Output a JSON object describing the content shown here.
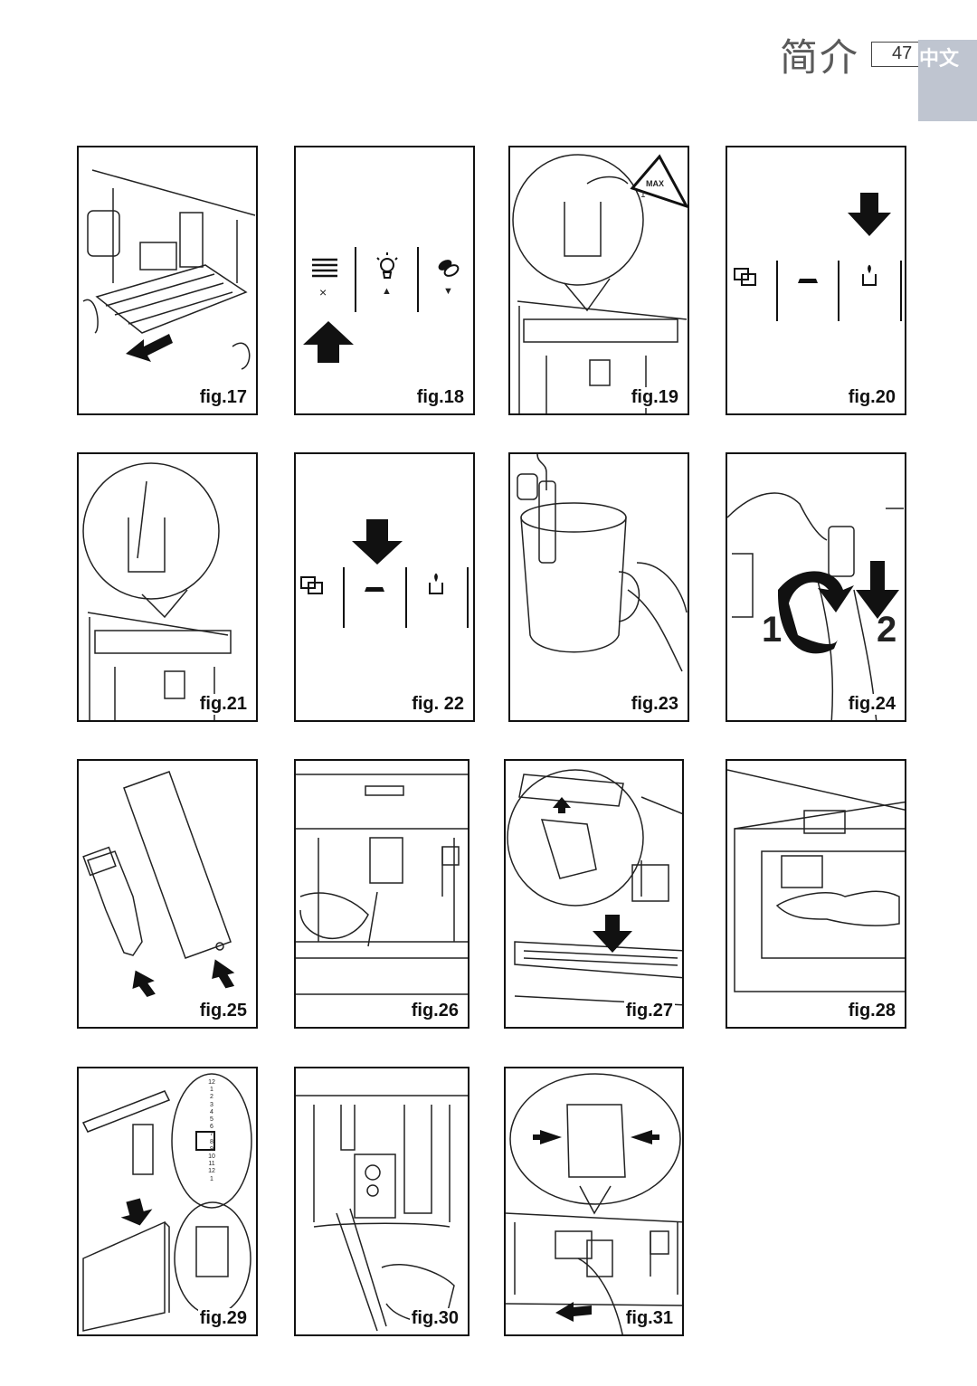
{
  "header": {
    "section_title": "简介",
    "page_number": "47",
    "language": "中文"
  },
  "figures": [
    {
      "label": "fig.17"
    },
    {
      "label": "fig.18"
    },
    {
      "label": "fig.19"
    },
    {
      "label": "fig.20"
    },
    {
      "label": "fig.21"
    },
    {
      "label": "fig. 22"
    },
    {
      "label": "fig.23"
    },
    {
      "label": "fig.24"
    },
    {
      "label": "fig.25"
    },
    {
      "label": "fig.26"
    },
    {
      "label": "fig.27"
    },
    {
      "label": "fig.28"
    },
    {
      "label": "fig.29"
    },
    {
      "label": "fig.30"
    },
    {
      "label": "fig.31"
    }
  ],
  "fig18_symbols": {
    "left": "×",
    "middle": "▲",
    "right": "▼"
  },
  "fig19_warning": {
    "max": "MAX",
    "one": "1"
  },
  "fig24_steps": {
    "first": "1",
    "second": "2"
  },
  "fig29_scale": [
    "12",
    "1",
    "2",
    "3",
    "4",
    "5",
    "6",
    "7",
    "8",
    "9",
    "10",
    "11",
    "12",
    "1"
  ],
  "icons": [
    "menu-lines-icon",
    "bulb-icon",
    "coffee-beans-icon",
    "cups-icon",
    "steam-icon",
    "water-drop-cup-icon",
    "arrow-icon"
  ]
}
